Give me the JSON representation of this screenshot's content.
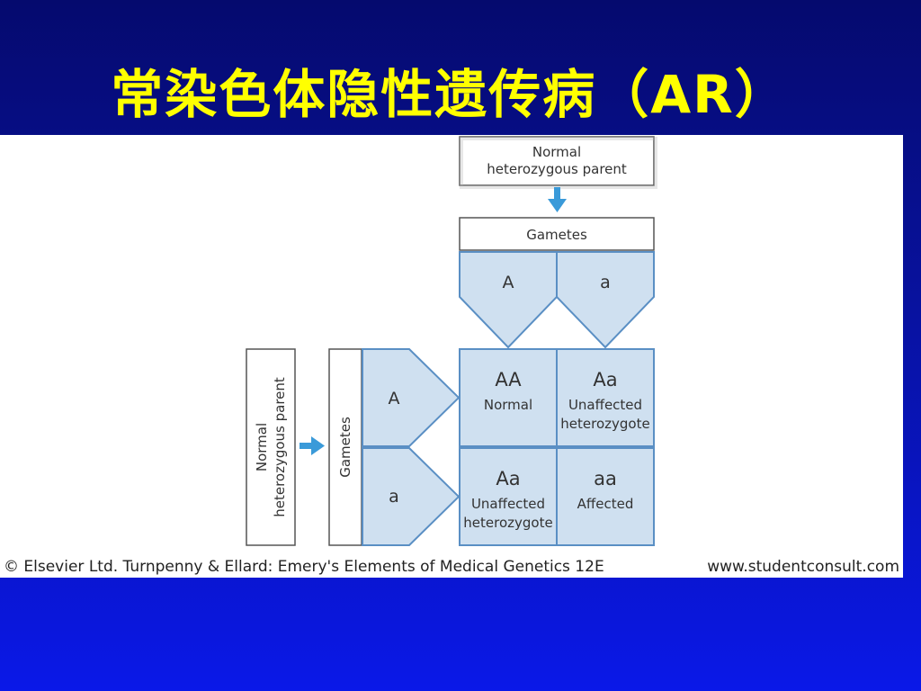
{
  "slide": {
    "title": "常染色体隐性遗传病（AR）"
  },
  "diagram": {
    "top_parent": {
      "line1": "Normal",
      "line2": "heterozygous parent"
    },
    "left_parent": {
      "line1": "Normal",
      "line2": "heterozygous parent"
    },
    "gametes_label": "Gametes",
    "top_gametes": [
      "A",
      "a"
    ],
    "left_gametes": [
      "A",
      "a"
    ],
    "cells": [
      {
        "genotype": "AA",
        "line1": "Normal",
        "line2": ""
      },
      {
        "genotype": "Aa",
        "line1": "Unaffected",
        "line2": "heterozygote"
      },
      {
        "genotype": "Aa",
        "line1": "Unaffected",
        "line2": "heterozygote"
      },
      {
        "genotype": "aa",
        "line1": "Affected",
        "line2": ""
      }
    ],
    "colors": {
      "cell_fill": "#cfe0f0",
      "cell_stroke": "#5a8fc4",
      "arrow": "#3a9ad9",
      "box_stroke": "#555555"
    }
  },
  "credit": {
    "left": "© Elsevier Ltd. Turnpenny & Ellard: Emery's Elements of Medical Genetics 12E",
    "right": "www.studentconsult.com"
  }
}
